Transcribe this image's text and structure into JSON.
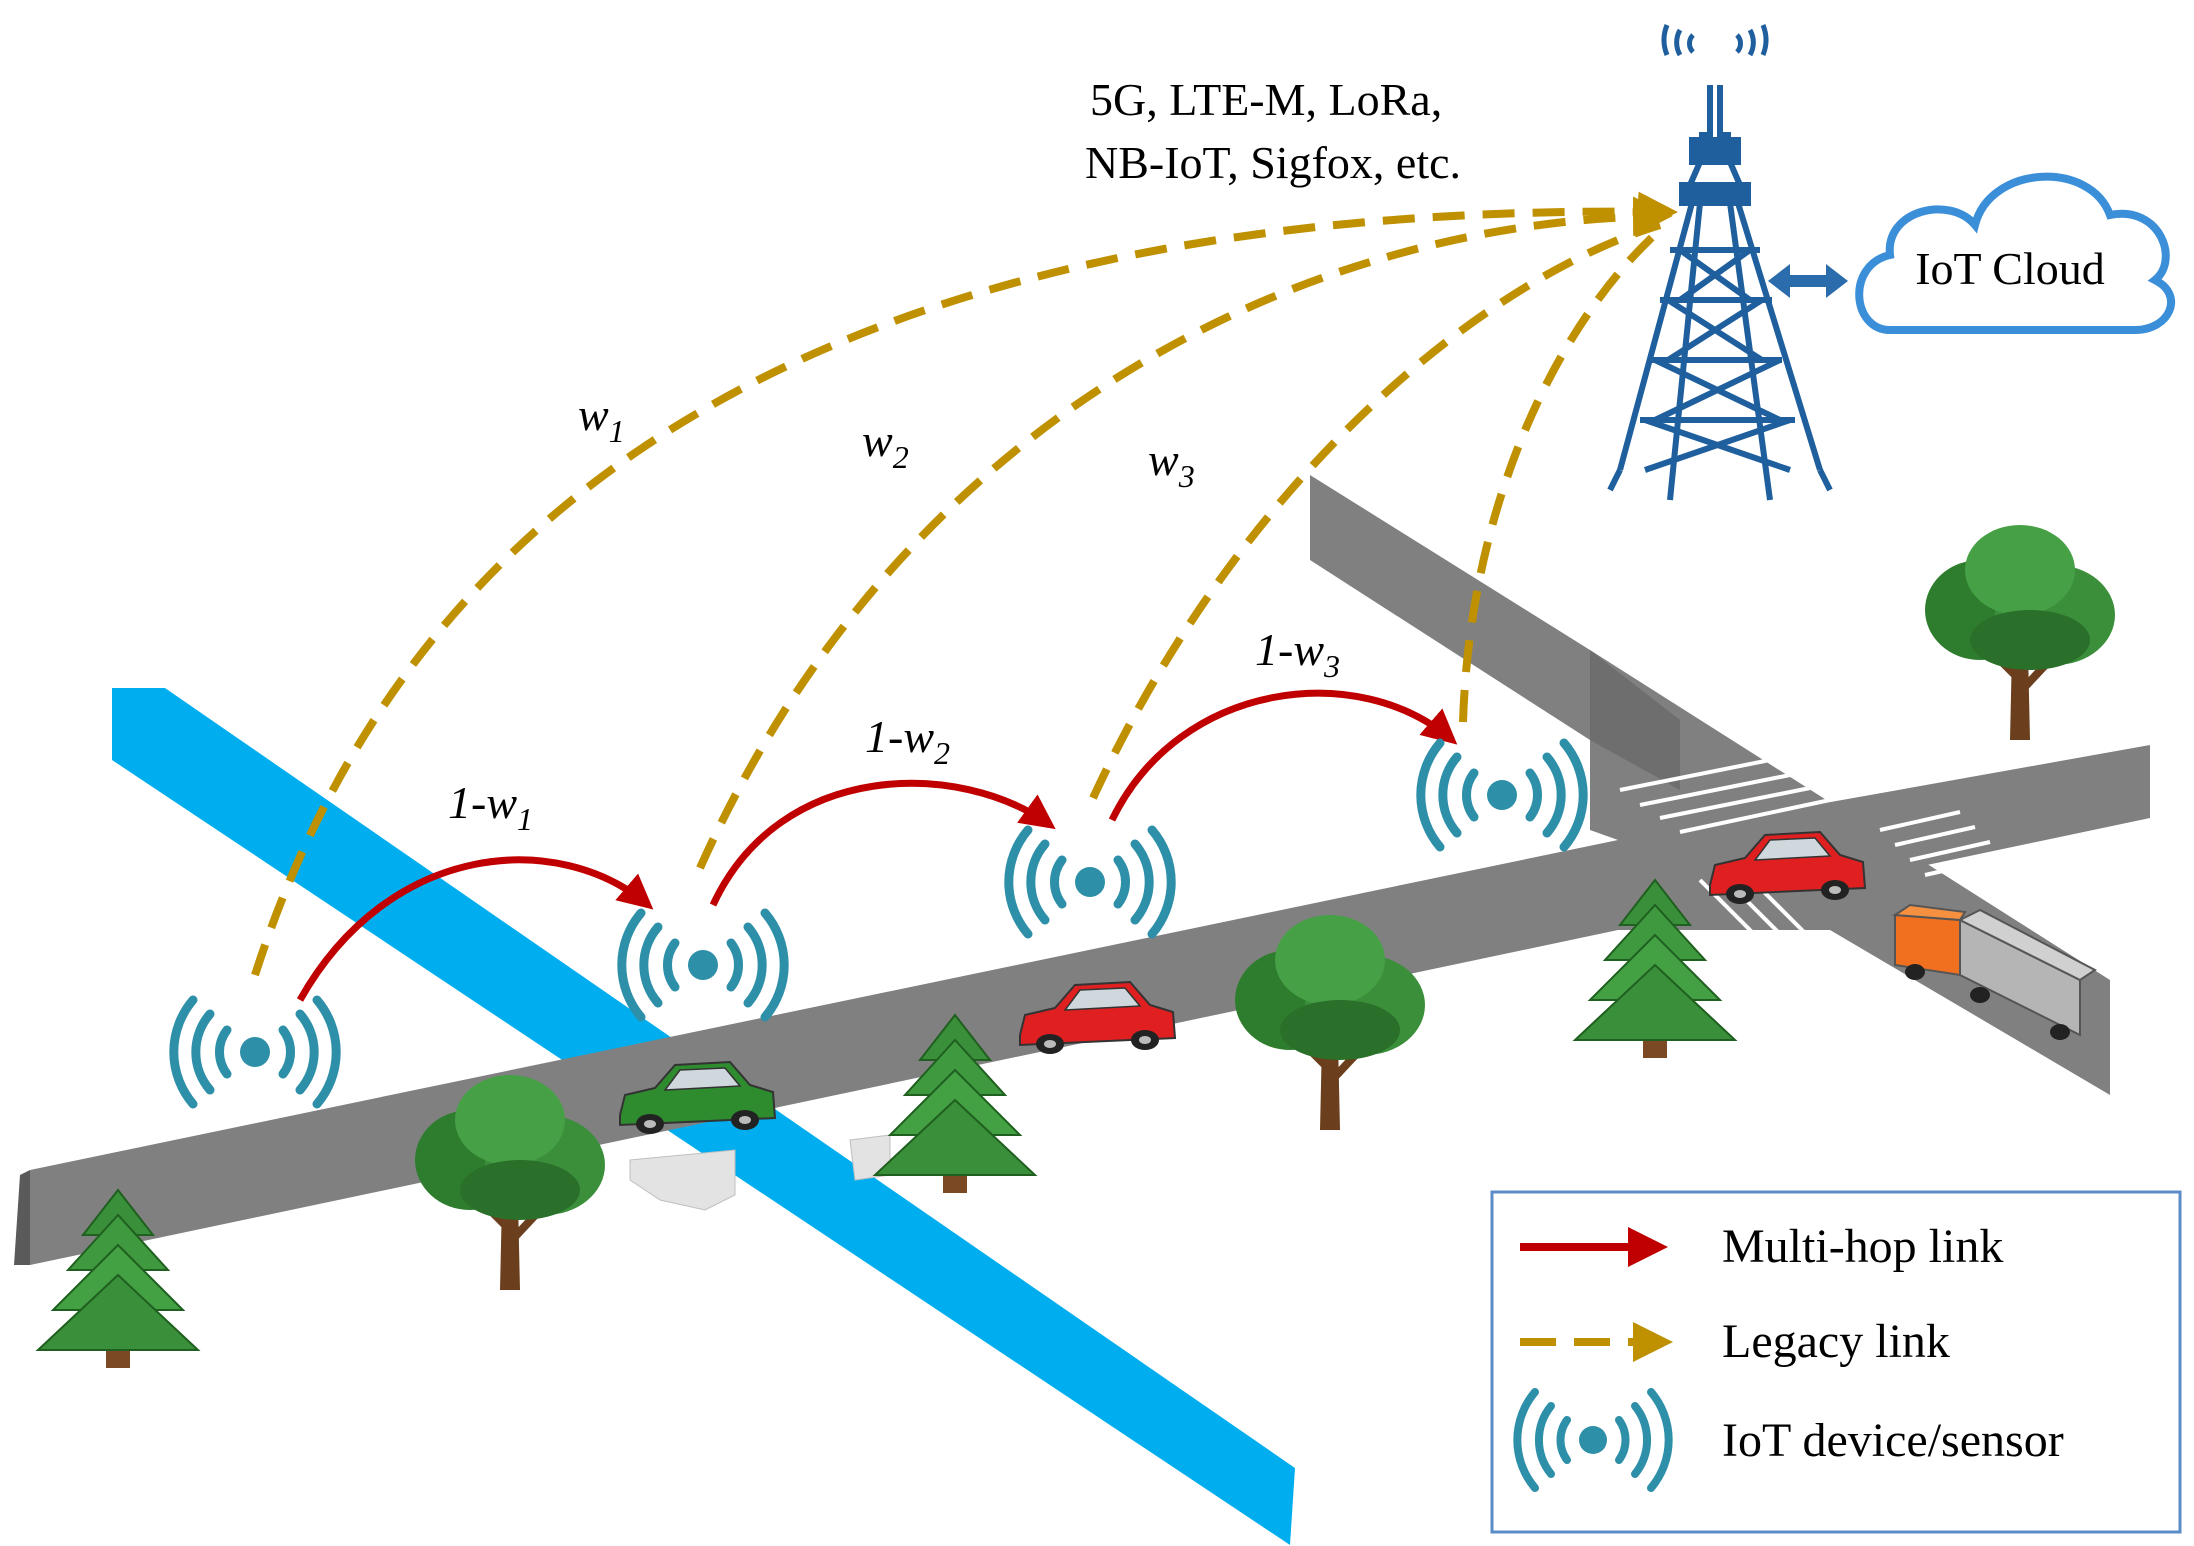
{
  "protocols": {
    "line1": "5G, LTE-M, LoRa,",
    "line2": "NB-IoT, Sigfox, etc."
  },
  "cloud": {
    "label": "IoT Cloud"
  },
  "weights": {
    "w1": {
      "base": "w",
      "sub": "1"
    },
    "w2": {
      "base": "w",
      "sub": "2"
    },
    "w3": {
      "base": "w",
      "sub": "3"
    },
    "hop1": {
      "base": "1-w",
      "sub": "1"
    },
    "hop2": {
      "base": "1-w",
      "sub": "2"
    },
    "hop3": {
      "base": "1-w",
      "sub": "3"
    }
  },
  "legend": {
    "multihop": "Multi-hop link",
    "legacy": "Legacy link",
    "device": "IoT device/sensor"
  },
  "colors": {
    "multihop": "#c00000",
    "legacy": "#bf9000",
    "device": "#2e8fa8",
    "tower": "#1f5f9e",
    "cloud": "#4a90d9",
    "river": "#00aeef",
    "road": "#808080"
  },
  "icons": [
    "iot-device-icon",
    "cell-tower-icon",
    "cloud-icon",
    "car-icon",
    "truck-icon",
    "pine-tree-icon",
    "oak-tree-icon"
  ]
}
